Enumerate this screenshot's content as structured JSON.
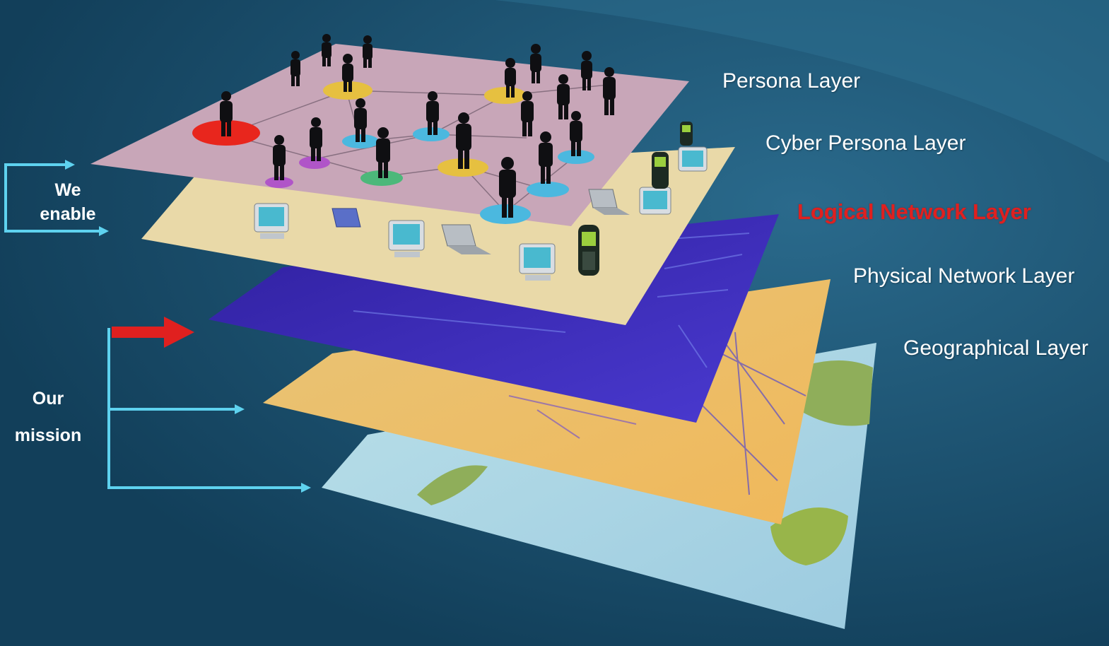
{
  "layers": [
    {
      "name": "persona-layer-label",
      "text": "Persona Layer",
      "highlight": false
    },
    {
      "name": "cyber-persona-layer-label",
      "text": "Cyber Persona Layer",
      "highlight": false
    },
    {
      "name": "logical-network-layer-label",
      "text": "Logical Network Layer",
      "highlight": true
    },
    {
      "name": "physical-network-layer-label",
      "text": "Physical Network Layer",
      "highlight": false
    },
    {
      "name": "geographical-layer-label",
      "text": "Geographical Layer",
      "highlight": false
    }
  ],
  "left_labels": {
    "we_enable": [
      "We",
      "enable"
    ],
    "our_mission": [
      "Our",
      "mission"
    ]
  },
  "colors": {
    "background": "#1b4f6e",
    "bracket": "#5ed2ef",
    "highlight": "#e0201f",
    "persona_plane": "#c8a6b8",
    "cyber_plane": "#e9d9a8",
    "logical_plane": "#3a2bb8",
    "physical_plane": "#e6c067",
    "geo_plane": "#a9d3e3"
  },
  "icons": [
    "person-icon",
    "computer-icon",
    "laptop-icon",
    "phone-icon",
    "arrow-icon"
  ]
}
